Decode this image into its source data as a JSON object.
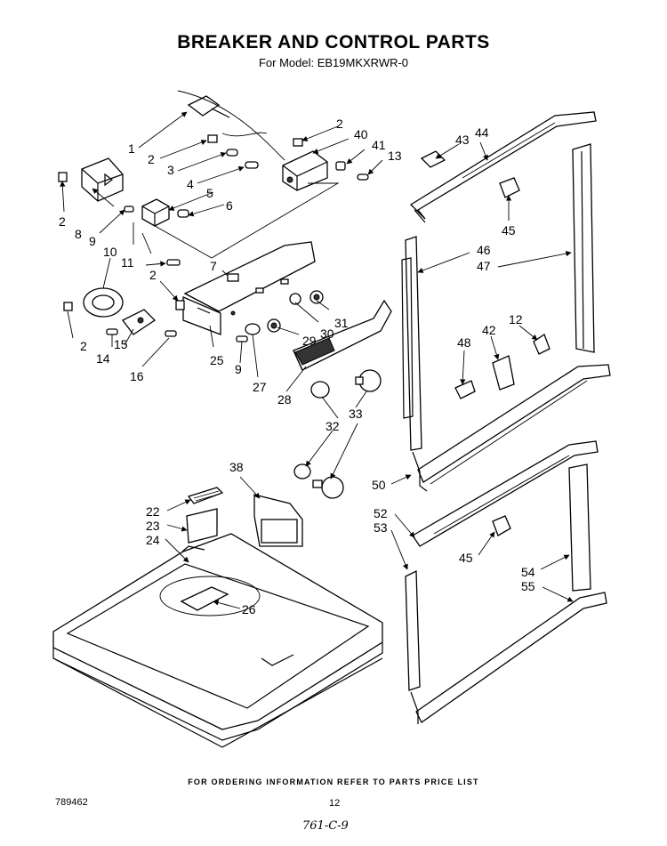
{
  "header": {
    "title": "BREAKER AND CONTROL PARTS",
    "subtitle": "For Model: EB19MKXRWR-0"
  },
  "footer": {
    "note": "FOR ORDERING INFORMATION REFER TO PARTS PRICE LIST",
    "doc_number": "789462",
    "page_number": "12",
    "handwritten": "761-C-9"
  },
  "callouts": {
    "c1": "1",
    "c2a": "2",
    "c2b": "2",
    "c2c": "2",
    "c2d": "2",
    "c2e": "2",
    "c3": "3",
    "c4": "4",
    "c5": "5",
    "c6": "6",
    "c7": "7",
    "c8": "8",
    "c9a": "9",
    "c9b": "9",
    "c10": "10",
    "c11": "11",
    "c12": "12",
    "c13": "13",
    "c14": "14",
    "c15": "15",
    "c16": "16",
    "c22": "22",
    "c23": "23",
    "c24": "24",
    "c25": "25",
    "c26": "26",
    "c27": "27",
    "c28": "28",
    "c29": "29",
    "c30": "30",
    "c31": "31",
    "c32": "32",
    "c33": "33",
    "c38": "38",
    "c40": "40",
    "c41": "41",
    "c42": "42",
    "c43": "43",
    "c44": "44",
    "c45a": "45",
    "c45b": "45",
    "c46": "46",
    "c47": "47",
    "c48": "48",
    "c50": "50",
    "c52": "52",
    "c53": "53",
    "c54": "54",
    "c55": "55"
  }
}
